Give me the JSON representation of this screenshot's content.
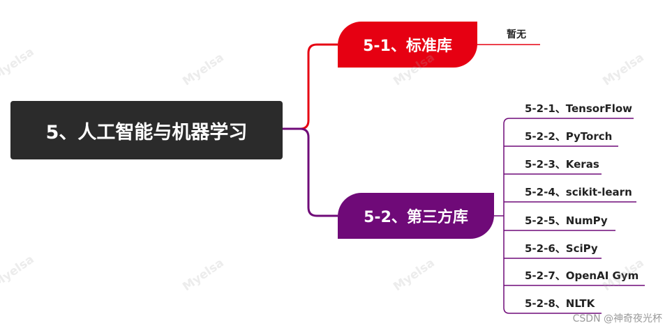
{
  "mindmap": {
    "root": {
      "label": "5、人工智能与机器学习"
    },
    "branches": [
      {
        "label": "5-1、标准库",
        "color": "#e60012",
        "children": [
          "暂无"
        ]
      },
      {
        "label": "5-2、第三方库",
        "color": "#6f0a78",
        "children": [
          "5-2-1、TensorFlow",
          "5-2-2、PyTorch",
          "5-2-3、Keras",
          "5-2-4、scikit-learn",
          "5-2-5、NumPy",
          "5-2-6、SciPy",
          "5-2-7、OpenAI Gym",
          "5-2-8、NLTK"
        ]
      }
    ]
  },
  "watermark": "Myelsa",
  "credit": "CSDN @神奇夜光杯"
}
